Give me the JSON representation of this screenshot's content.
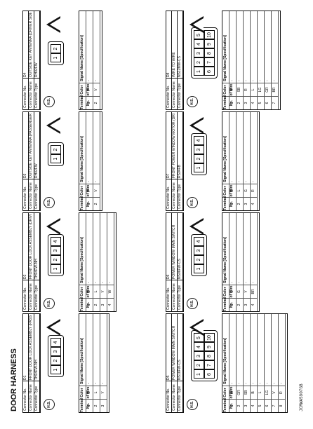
{
  "title": "DOOR HARNESS",
  "footer_code": "JCMWA5907GB",
  "labels": {
    "connector_no": "Connector No.",
    "connector_name": "Connector Name",
    "connector_type": "Connector Type",
    "terminal_no": "Terminal No.",
    "color_of_wire": "Color of Wire",
    "signal_name": "Signal Name [Specification]"
  },
  "connectors": [
    {
      "no": "D1",
      "name": "FRONT DOOR LOCK ASSEMBLY (PASSENGER SIDE)",
      "type": "TH04FW-NH",
      "pins": [
        "1",
        "2",
        "3",
        "4"
      ],
      "rows": [
        [
          "1",
          "B",
          "-"
        ],
        [
          "2",
          "L",
          "-"
        ],
        [
          "3",
          "Y",
          "-"
        ]
      ]
    },
    {
      "no": "D2",
      "name": "FRONT DOOR LOCK ASSEMBLY (DRIVER SIDE)",
      "type": "TH04FW-NH",
      "pins": [
        "1",
        "2",
        "3",
        "4"
      ],
      "rows": [
        [
          "1",
          "B",
          "-"
        ],
        [
          "2",
          "L",
          "-"
        ],
        [
          "3",
          "Y",
          "-"
        ],
        [
          "4",
          "W",
          "-"
        ]
      ]
    },
    {
      "no": "D3",
      "name": "OUTSIDE KEY ANTENNA (PASSENGER SIDE)",
      "type": "RH02FW",
      "pins": [
        "1",
        "2"
      ],
      "rows": [
        [
          "1",
          "P",
          "-"
        ],
        [
          "2",
          "V",
          "-"
        ]
      ]
    },
    {
      "no": "D4",
      "name": "OUTSIDE KEY ANTENNA (DRIVER SIDE)",
      "type": "RH02FW",
      "pins": [
        "1",
        "2"
      ],
      "rows": [
        [
          "1",
          "P",
          "-"
        ],
        [
          "2",
          "V",
          "-"
        ]
      ]
    },
    {
      "no": "D5",
      "name": "POWER WINDOW MAIN SWITCH",
      "type": "NS16FW-CS",
      "pins": [
        "1",
        "2",
        "3",
        "4",
        "5",
        "6",
        "7",
        "8",
        "9",
        "10"
      ],
      "rows": [
        [
          "1",
          "W",
          "-"
        ],
        [
          "2",
          "GR",
          "-"
        ],
        [
          "3",
          "SB",
          "-"
        ],
        [
          "4",
          "B",
          "-"
        ],
        [
          "5",
          "L",
          "-"
        ],
        [
          "6",
          "LG",
          "-"
        ],
        [
          "7",
          "V",
          "-"
        ],
        [
          "8",
          "R",
          "-"
        ]
      ]
    },
    {
      "no": "D6",
      "name": "POWER WINDOW MAIN SWITCH",
      "type": "NS06FW-CS",
      "pins": [
        "1",
        "2",
        "3",
        "4"
      ],
      "rows": [
        [
          "1",
          "L",
          "-"
        ],
        [
          "2",
          "G",
          "-"
        ],
        [
          "3",
          "Y",
          "-"
        ],
        [
          "4",
          "BR",
          "-"
        ]
      ]
    },
    {
      "no": "D7",
      "name": "FRONT POWER WINDOW MOTOR (DRIVER SIDE)",
      "type": "RS04FB",
      "pins": [
        "1",
        "2",
        "3",
        "4"
      ],
      "rows": [
        [
          "1",
          "B",
          "-"
        ],
        [
          "2",
          "L",
          "-"
        ],
        [
          "3",
          "G",
          "-"
        ],
        [
          "4",
          "R",
          "-"
        ]
      ]
    },
    {
      "no": "D8",
      "name": "WIRE TO WIRE",
      "type": "NS12MW-CS",
      "pins": [
        "1",
        "2",
        "3",
        "4",
        "5",
        "6",
        "7",
        "8",
        "9",
        "10"
      ],
      "rows": [
        [
          "1",
          "Y",
          "-"
        ],
        [
          "2",
          "SB",
          "-"
        ],
        [
          "3",
          "R",
          "-"
        ],
        [
          "4",
          "L",
          "-"
        ],
        [
          "5",
          "LG",
          "-"
        ],
        [
          "6",
          "GR",
          "-"
        ],
        [
          "7",
          "BR",
          "-"
        ]
      ]
    }
  ]
}
